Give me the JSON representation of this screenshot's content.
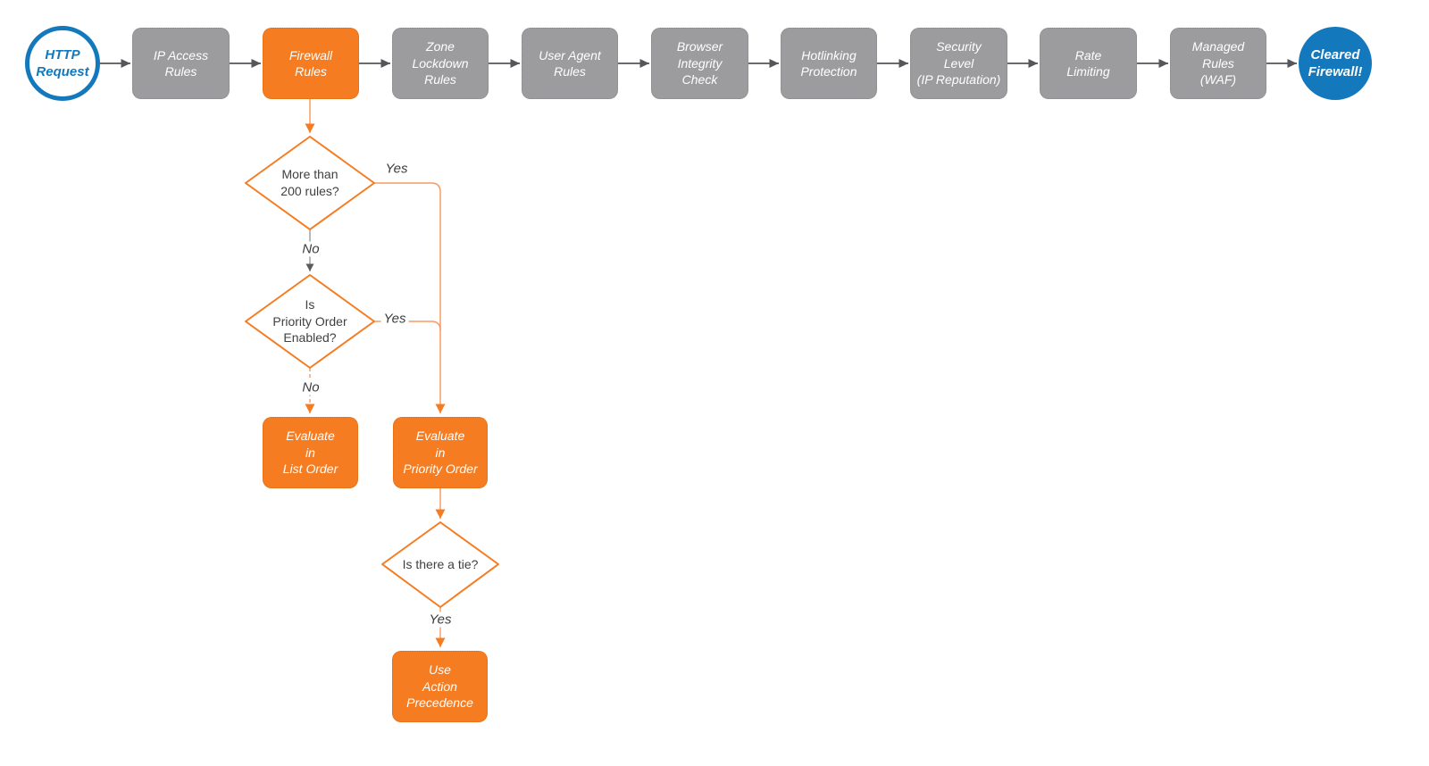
{
  "palette": {
    "orange": "#F57C21",
    "orange_line": "#F79B62",
    "gray_node": "#9C9C9E",
    "gray_line": "#54565A",
    "gray_soft_line": "#9B9B9B",
    "blue": "#1478BC",
    "text_dark": "#3F4040",
    "white": "#FFFFFF"
  },
  "flow": {
    "start": {
      "label": "HTTP\nRequest"
    },
    "end": {
      "label": "Cleared\nFirewall!"
    },
    "pipeline": [
      {
        "label": "IP Access\nRules",
        "variant": "gray"
      },
      {
        "label": "Firewall\nRules",
        "variant": "orange"
      },
      {
        "label": "Zone\nLockdown\nRules",
        "variant": "gray"
      },
      {
        "label": "User Agent\nRules",
        "variant": "gray"
      },
      {
        "label": "Browser\nIntegrity\nCheck",
        "variant": "gray"
      },
      {
        "label": "Hotlinking\nProtection",
        "variant": "gray"
      },
      {
        "label": "Security\nLevel\n(IP Reputation)",
        "variant": "gray"
      },
      {
        "label": "Rate\nLimiting",
        "variant": "gray"
      },
      {
        "label": "Managed\nRules\n(WAF)",
        "variant": "gray"
      }
    ],
    "decisions": [
      {
        "label": "More than\n200 rules?"
      },
      {
        "label": "Is\nPriority Order\nEnabled?"
      },
      {
        "label": "Is there a tie?"
      }
    ],
    "actions": [
      {
        "label": "Evaluate\nin\nList Order"
      },
      {
        "label": "Evaluate\nin\nPriority Order"
      },
      {
        "label": "Use\nAction\nPrecedence"
      }
    ],
    "edge_labels": {
      "d1_yes": "Yes",
      "d1_no": "No",
      "d2_yes": "Yes",
      "d2_no": "No",
      "d3_yes": "Yes"
    }
  }
}
